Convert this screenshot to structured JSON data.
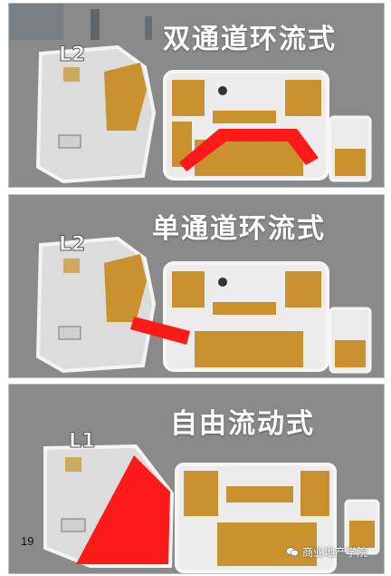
{
  "panels": [
    {
      "title": "双通道环流式",
      "level": "L2"
    },
    {
      "title": "单通道环流式",
      "level": "L2"
    },
    {
      "title": "自由流动式",
      "level": "L1"
    }
  ],
  "page_number": "19",
  "watermark": "商业地产学院",
  "colors": {
    "background": "#8a8a8a",
    "floor": "#ececec",
    "shop": "#c9922e",
    "highlight": "#ff1a1a"
  },
  "icons": [
    "wechat-icon"
  ]
}
